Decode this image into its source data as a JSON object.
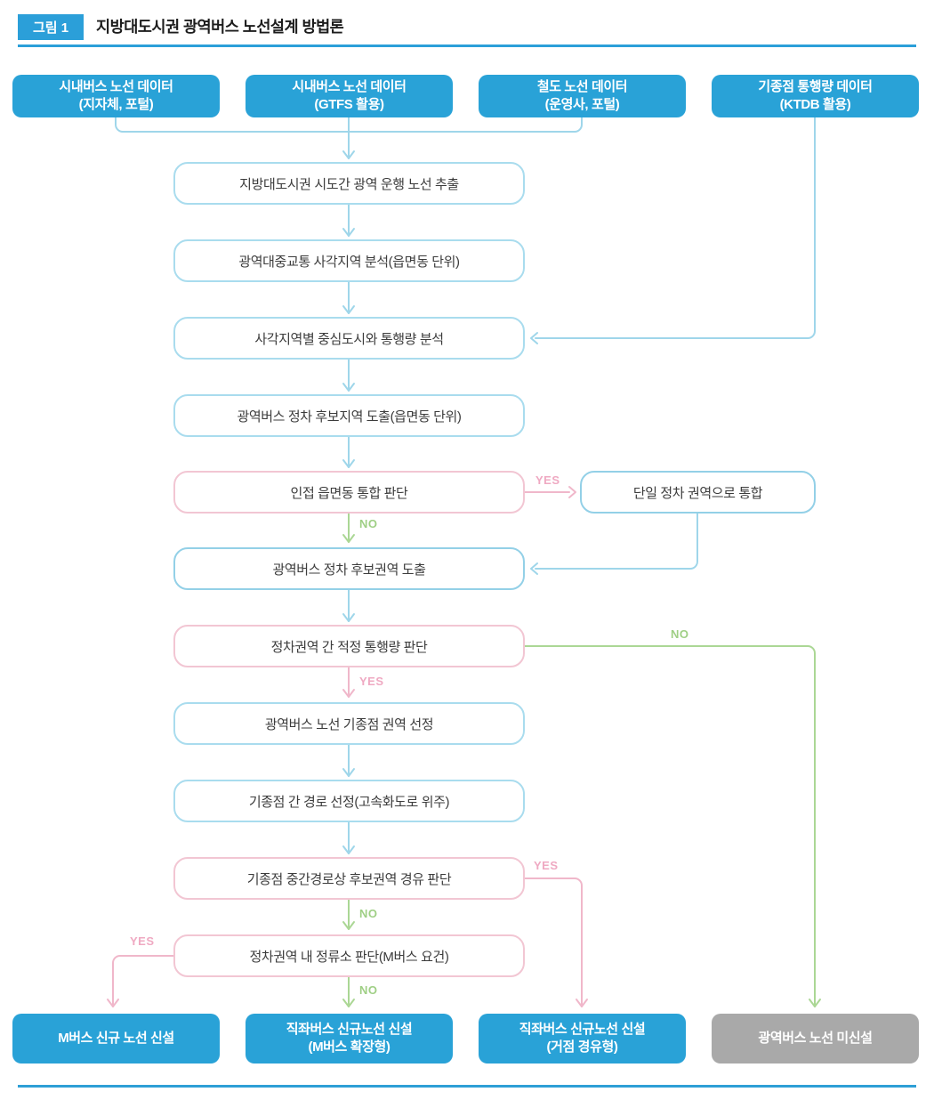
{
  "header": {
    "badge": "그림 1",
    "title": "지방대도시권 광역버스 노선설계 방법론"
  },
  "sources": [
    {
      "line1": "시내버스 노선 데이터",
      "line2": "(지자체, 포털)"
    },
    {
      "line1": "시내버스 노선 데이터",
      "line2": "(GTFS 활용)"
    },
    {
      "line1": "철도 노선 데이터",
      "line2": "(운영사, 포털)"
    },
    {
      "line1": "기종점 통행량 데이터",
      "line2": "(KTDB 활용)"
    }
  ],
  "process": [
    {
      "text": "지방대도시권 시도간 광역 운행 노선 추출"
    },
    {
      "text": "광역대중교통 사각지역 분석(읍면동 단위)"
    },
    {
      "text": "사각지역별 중심도시와 통행량 분석"
    },
    {
      "text": "광역버스 정차 후보지역 도출(읍면동 단위)"
    },
    {
      "text": "광역버스 정차 후보권역 도출"
    },
    {
      "text": "광역버스 노선 기종점 권역 선정"
    },
    {
      "text": "기종점 간 경로 선정(고속화도로 위주)"
    }
  ],
  "decisions": [
    {
      "text": "인접 읍면동 통합 판단"
    },
    {
      "text": "정차권역 간 적정 통행량 판단"
    },
    {
      "text": "기종점 중간경로상 후보권역 경유 판단"
    },
    {
      "text": "정차권역 내 정류소 판단(M버스 요건)"
    }
  ],
  "side_box": {
    "text": "단일 정차 권역으로 통합"
  },
  "outcomes": [
    {
      "line1": "M버스 신규 노선 신설",
      "line2": ""
    },
    {
      "line1": "직좌버스 신규노선 신설",
      "line2": "(M버스 확장형)"
    },
    {
      "line1": "직좌버스 신규노선 신설",
      "line2": "(거점 경유형)"
    },
    {
      "line1": "광역버스 노선 미신설",
      "line2": ""
    }
  ],
  "edge_labels": {
    "yes": "YES",
    "no": "NO"
  },
  "colors": {
    "brand_blue": "#29A2D7",
    "outcome_gray": "#A9A9A9",
    "connector_blue": "#9FD6EA",
    "connector_pink": "#F0B7CA",
    "connector_green": "#ABD795",
    "process_border": "#A9DCEE",
    "decision_border": "#F2C6D3",
    "header_rule": "#2B9FD9"
  }
}
